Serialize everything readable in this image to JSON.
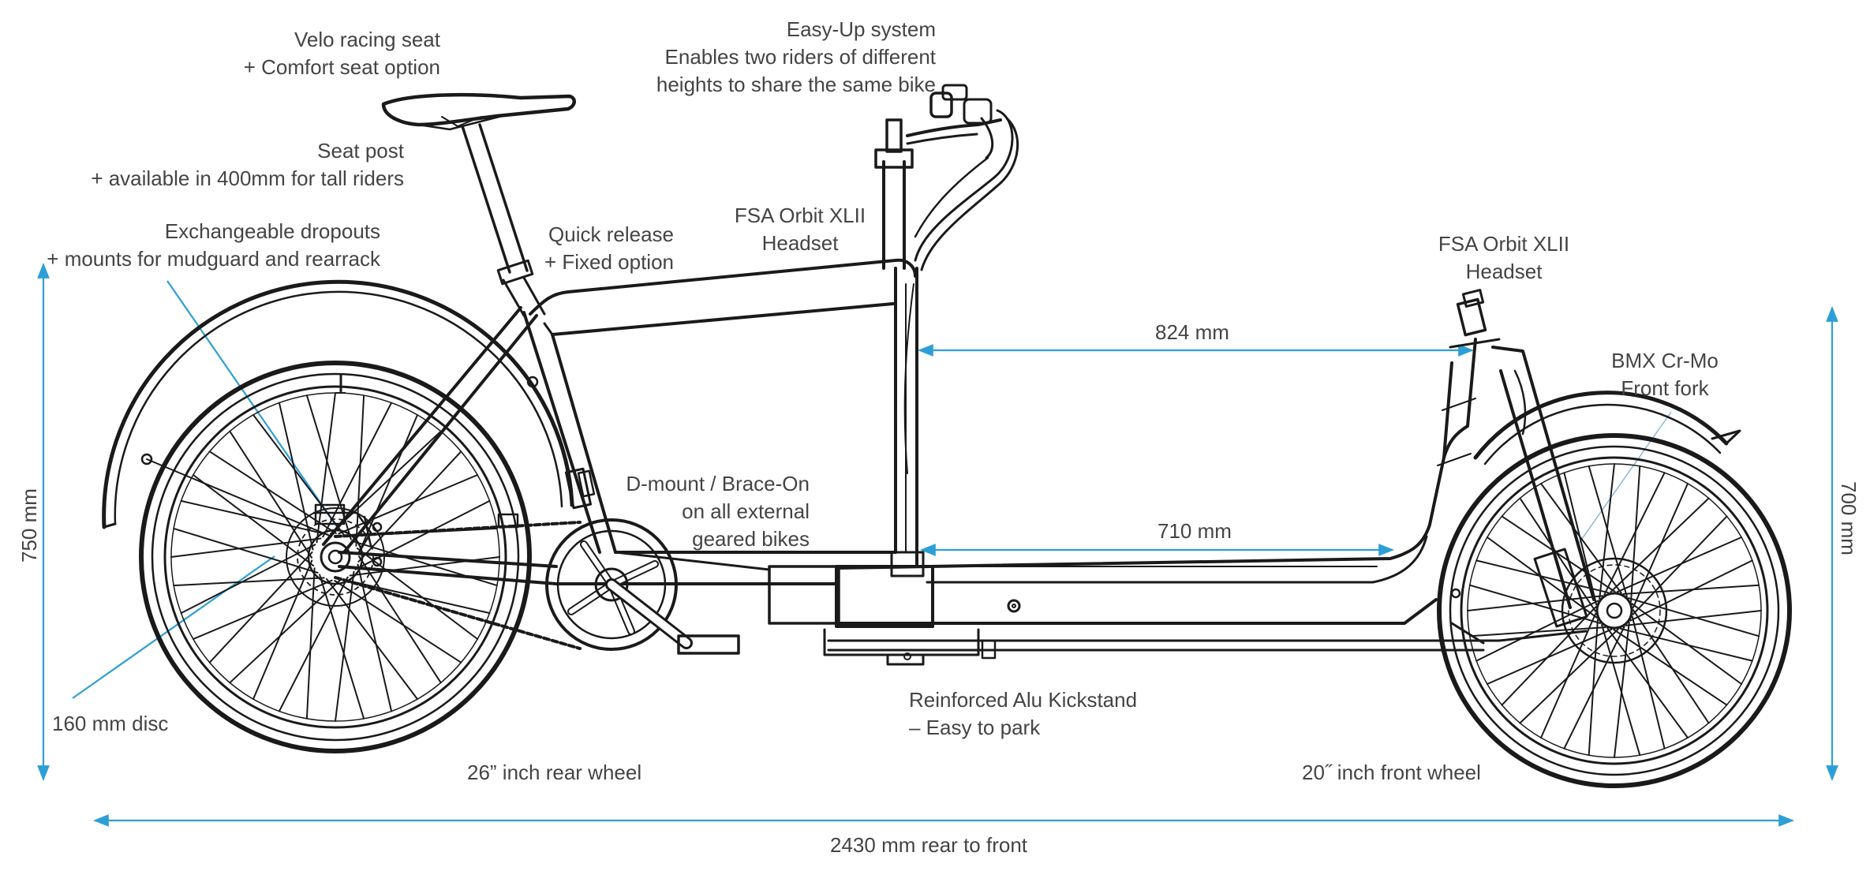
{
  "labels": {
    "velo_seat": [
      "Velo racing seat",
      "+ Comfort seat option"
    ],
    "easy_up": [
      "Easy-Up system",
      "Enables two riders of different",
      "heights to share the same bike"
    ],
    "seat_post": [
      "Seat post",
      "+ available in 400mm for tall riders"
    ],
    "dropouts": [
      "Exchangeable dropouts",
      "+ mounts for mudguard and rearrack"
    ],
    "quick_release": [
      "Quick release",
      "+ Fixed option"
    ],
    "headset_rear": [
      "FSA Orbit XLII",
      "Headset"
    ],
    "headset_front": [
      "FSA Orbit XLII",
      "Headset"
    ],
    "fork": [
      "BMX Cr-Mo",
      "Front fork"
    ],
    "dmount": [
      "D-mount / Brace-On",
      "on all external",
      "geared bikes"
    ],
    "kickstand": [
      "Reinforced Alu Kickstand",
      "– Easy to park"
    ],
    "disc": "160 mm disc",
    "rear_wheel": "26” inch rear wheel",
    "front_wheel": "20˝ inch front wheel"
  },
  "dimensions": {
    "height_rear": "750 mm",
    "height_front": "700 mm",
    "top_span": "824 mm",
    "low_span": "710 mm",
    "length": "2430 mm rear to front"
  },
  "colors": {
    "dimension_line": "#2e9fd6",
    "drawing": "#1a1a1a",
    "text": "#444444"
  }
}
